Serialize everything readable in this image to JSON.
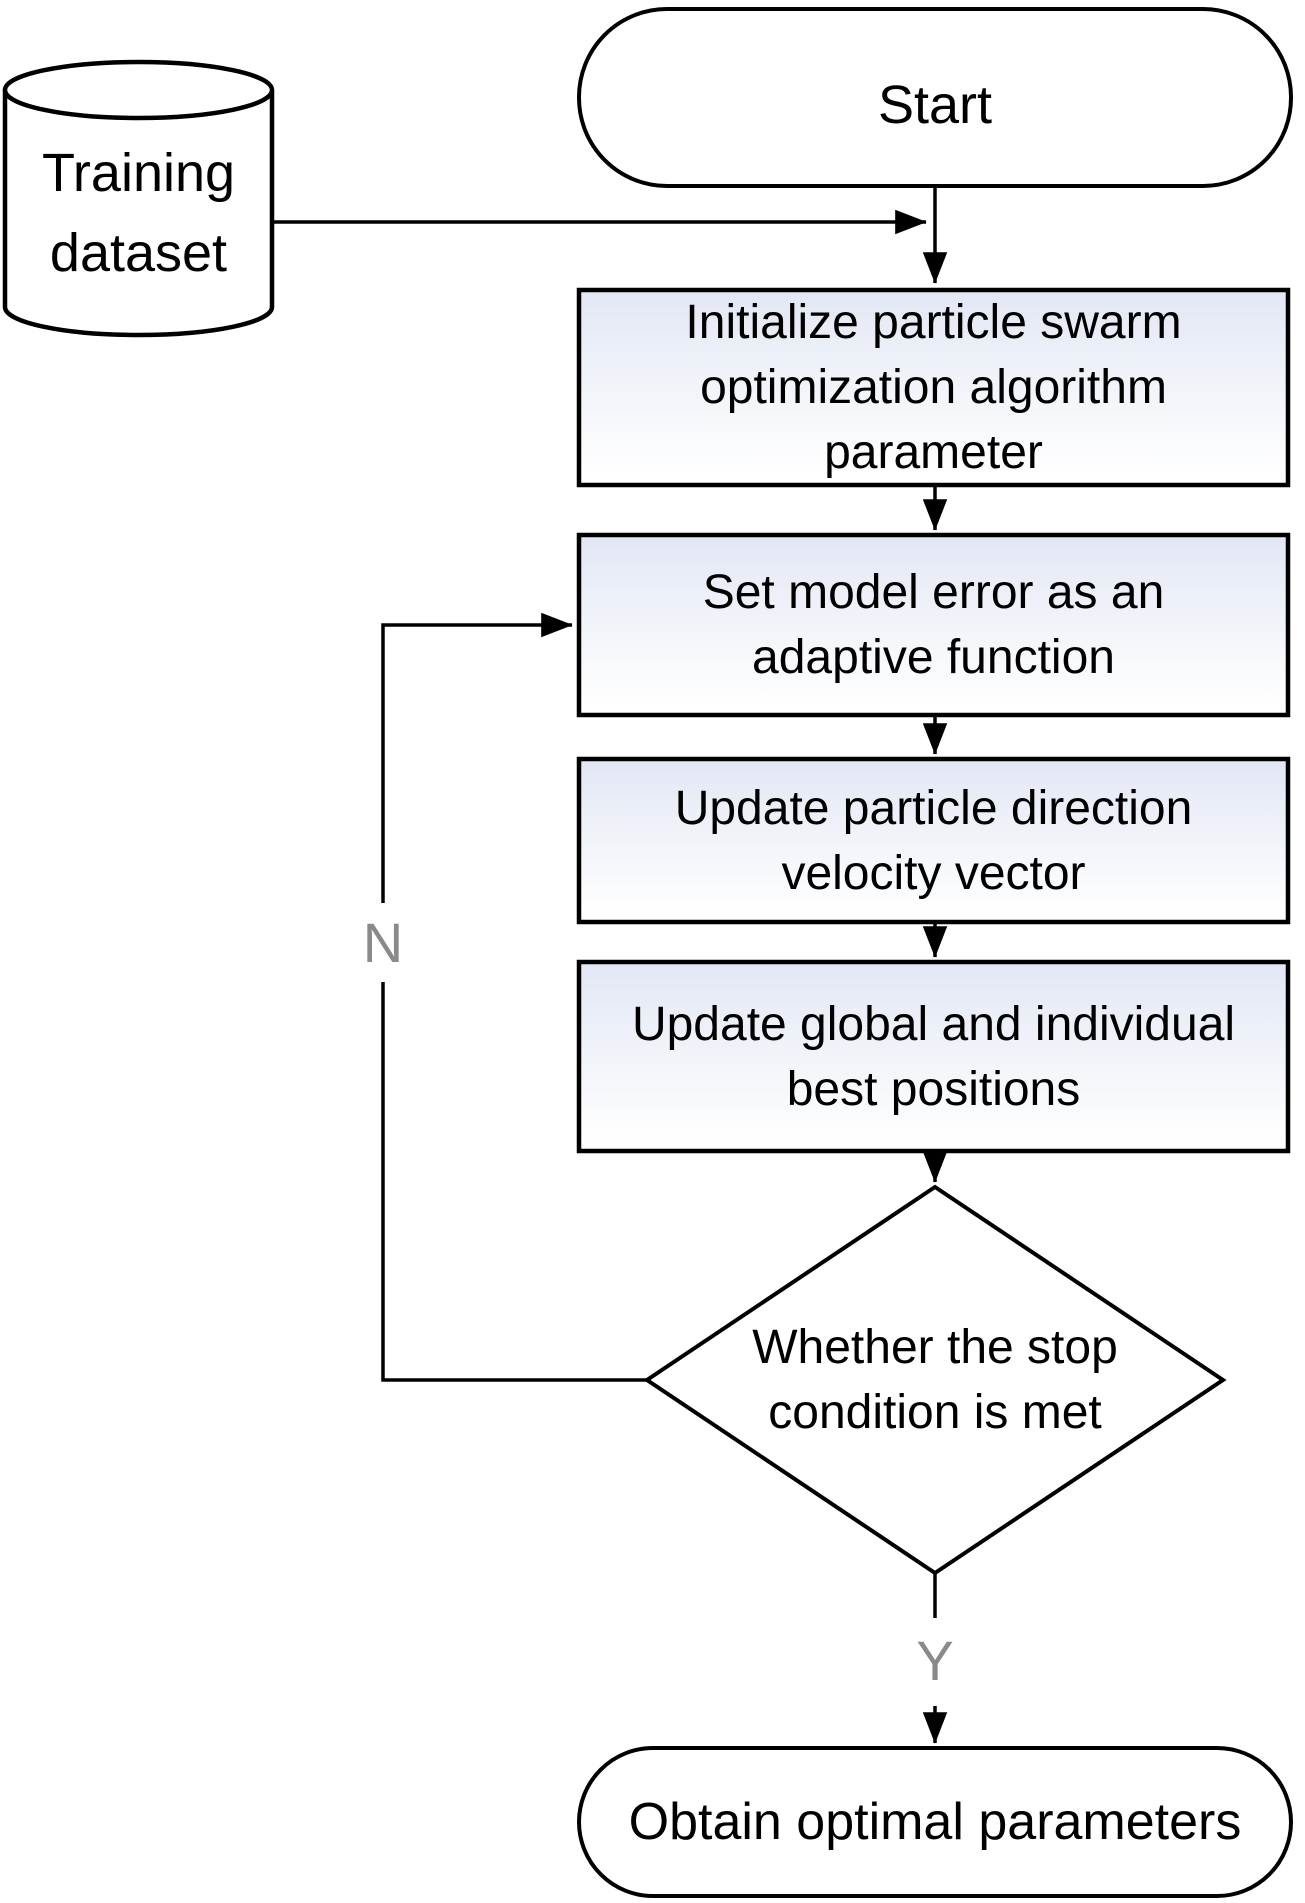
{
  "colors": {
    "background": "#ffffff",
    "stroke": "#000000",
    "text": "#000000",
    "branch_label": "#8a8a8a",
    "process_fill_top": "#e3e7f4",
    "process_fill_mid": "#f1f4f9",
    "process_fill_bottom": "#ffffff"
  },
  "nodes": {
    "start": {
      "type": "terminator",
      "label": "Start"
    },
    "training_dataset": {
      "type": "datastore",
      "line1": "Training",
      "line2": "dataset"
    },
    "init_pso": {
      "type": "process",
      "line1": "Initialize particle swarm",
      "line2": "optimization algorithm",
      "line3": "parameter"
    },
    "set_model_error": {
      "type": "process",
      "line1": "Set model error as an",
      "line2": "adaptive function"
    },
    "update_velocity": {
      "type": "process",
      "line1": "Update particle direction",
      "line2": "velocity vector"
    },
    "update_best": {
      "type": "process",
      "line1": "Update global and individual",
      "line2": "best positions"
    },
    "stop_condition": {
      "type": "decision",
      "line1": "Whether the stop",
      "line2": "condition is met"
    },
    "obtain_parameters": {
      "type": "terminator",
      "label": "Obtain optimal parameters"
    }
  },
  "edge_labels": {
    "no": "N",
    "yes": "Y"
  }
}
